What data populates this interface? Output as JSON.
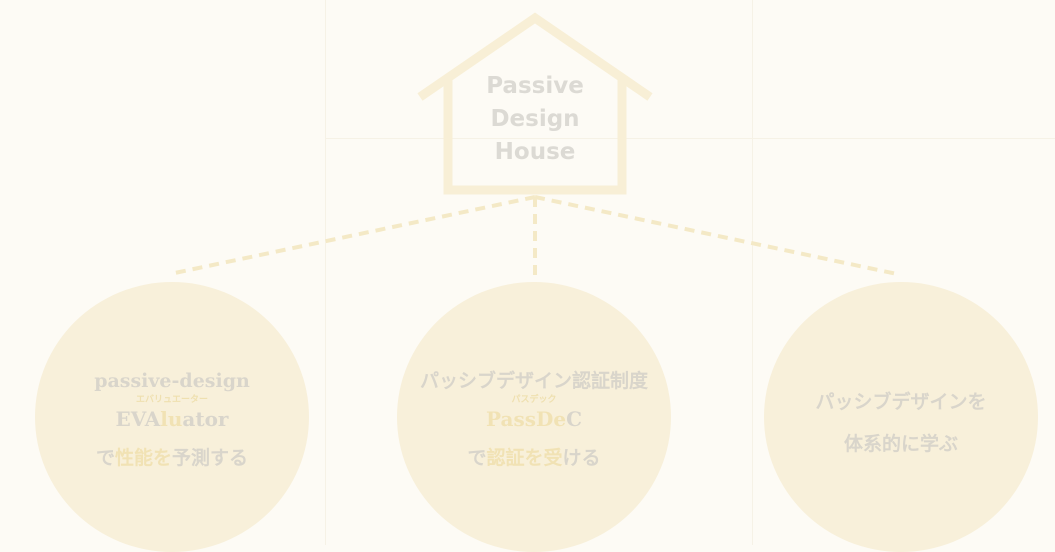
{
  "house": {
    "title_lines": [
      "Passive",
      "Design",
      "House"
    ]
  },
  "circles": [
    {
      "heading": "passive-design",
      "ruby": "エバリュエーター",
      "product_a": "EVA",
      "product_b": "lu",
      "product_c": "ator",
      "sub_a": "で",
      "sub_b": "性能を",
      "sub_c": "予測する"
    },
    {
      "heading": "パッシブデザイン認証制度",
      "ruby": "パスデック",
      "product_a": "PassDe",
      "product_b": "C",
      "sub_a": "で",
      "sub_b": "認証を受",
      "sub_c": "ける"
    },
    {
      "line1": "パッシブデザインを",
      "line2": "体系的に学ぶ"
    }
  ],
  "colors": {
    "background": "#fdfbf5",
    "house_stroke": "#f8efd6",
    "circle_fill": "#f8f0da",
    "connector": "#f4e9c6",
    "text": "#d9d5cb",
    "highlight": "#f1e2b4"
  }
}
